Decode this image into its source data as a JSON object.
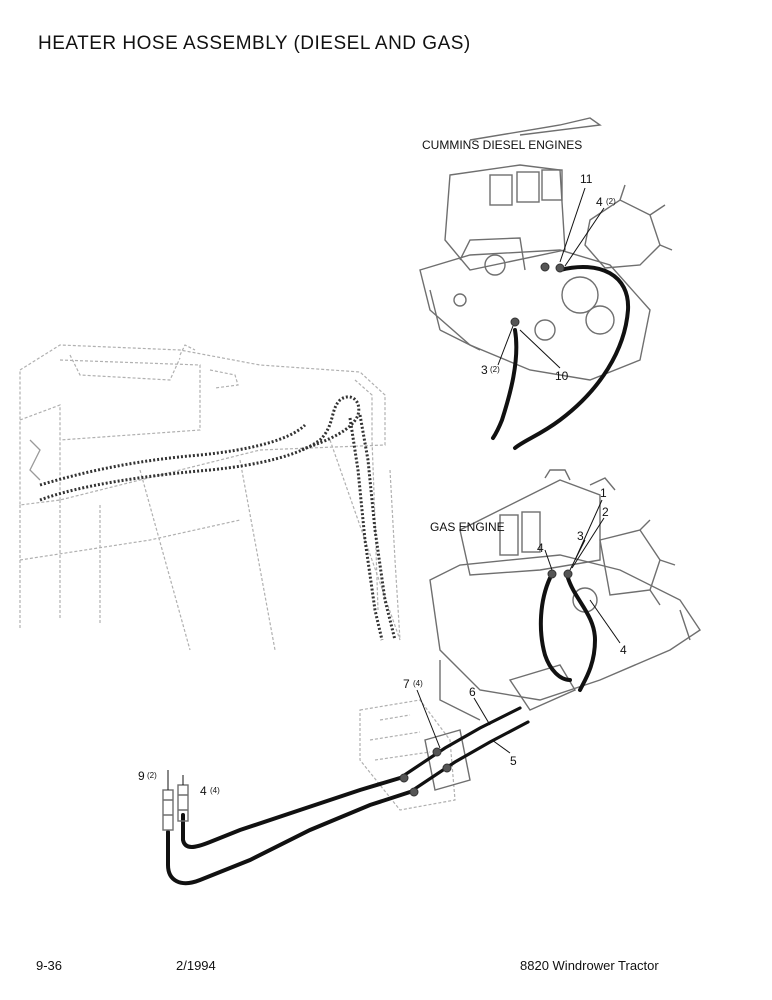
{
  "title": "HEATER HOSE ASSEMBLY (DIESEL AND GAS)",
  "captions": {
    "diesel": "CUMMINS DIESEL ENGINES",
    "gas": "GAS ENGINE"
  },
  "callouts": {
    "c11": "11",
    "c4_2_top": "4",
    "c4_2_top_qty": "(2)",
    "c3_2": "3",
    "c3_2_qty": "(2)",
    "c10": "10",
    "c1": "1",
    "c2": "2",
    "c3_gas": "3",
    "c4_gas_left": "4",
    "c4_gas_right": "4",
    "c7_4": "7",
    "c7_4_qty": "(4)",
    "c6": "6",
    "c5": "5",
    "c9_2": "9",
    "c9_2_qty": "(2)",
    "c4_4": "4",
    "c4_4_qty": "(4)"
  },
  "footer": {
    "page": "9-36",
    "date": "2/1994",
    "model": "8820 Windrower Tractor"
  }
}
